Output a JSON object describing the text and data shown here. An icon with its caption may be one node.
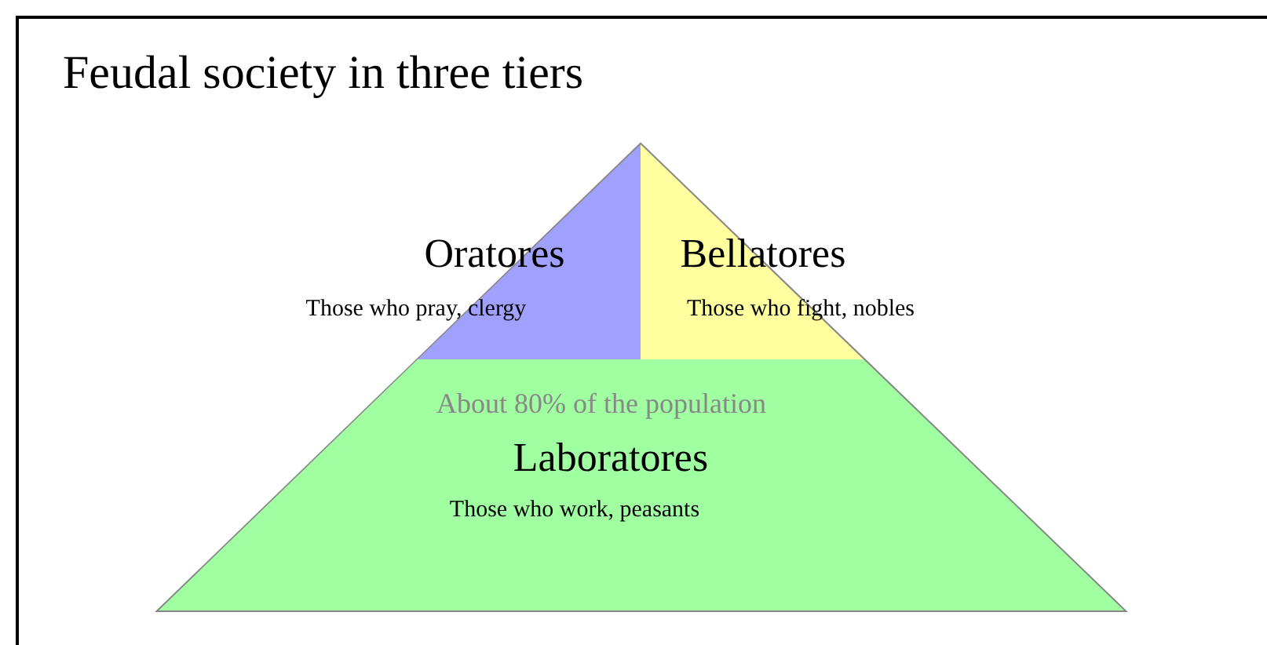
{
  "diagram": {
    "title": "Feudal society in three tiers",
    "nodes": [
      {
        "text": [
          "Oratores",
          "Those who pray, clergy"
        ]
      },
      {
        "text": [
          "Bellatores",
          "Those who fight, nobles"
        ]
      },
      {
        "text": [
          "About 80% of the population",
          "Laboratores",
          "Those who work, peasants"
        ]
      }
    ]
  }
}
